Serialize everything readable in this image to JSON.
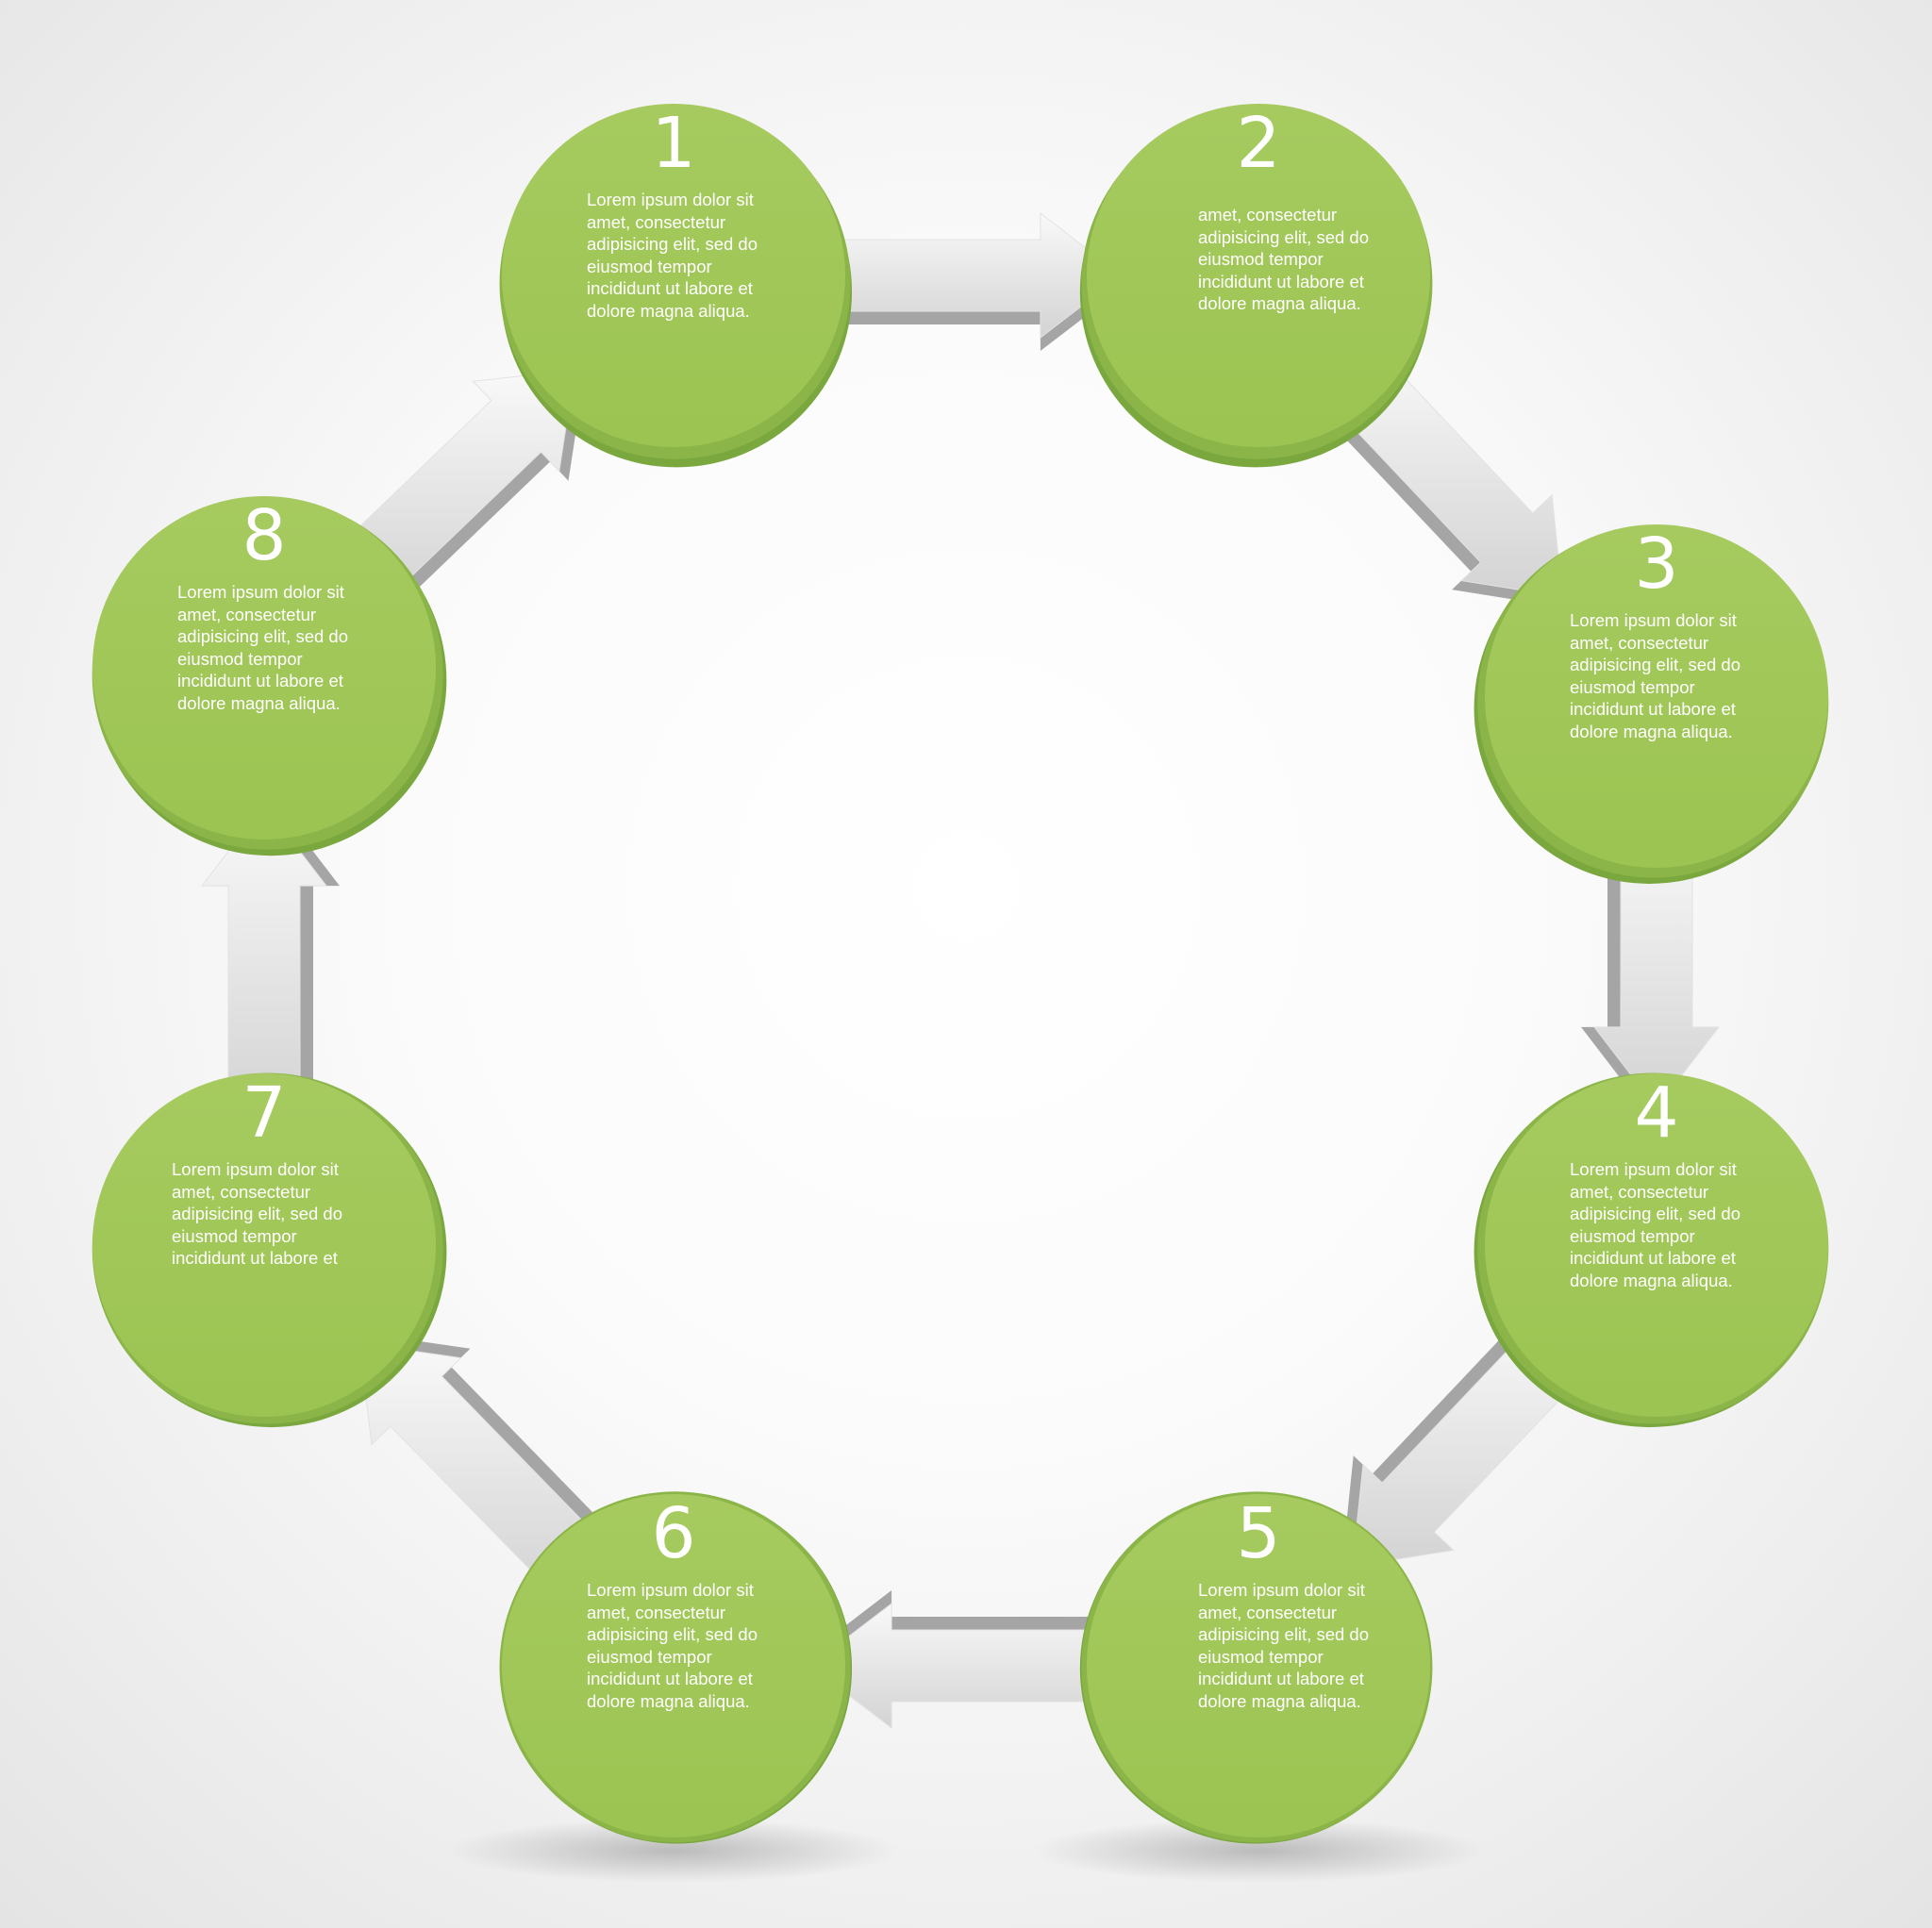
{
  "diagram": {
    "type": "circular-process",
    "colors": {
      "circle_light": "#a6ca5f",
      "circle_mid": "#9bc452",
      "circle_dark": "#8bb548",
      "circle_shade": "#7aa83f",
      "arrow_light": "#f9f9f9",
      "arrow_dark": "#d3d3d3",
      "arrow_edge": "#a5a5a5",
      "text": "#ffffff"
    },
    "steps": [
      {
        "number": "1",
        "text": "Lorem ipsum dolor sit\namet, consectetur\nadipisicing elit, sed do\neiusmod tempor\nincididunt ut labore et\ndolore magna aliqua."
      },
      {
        "number": "2",
        "text": "amet, consectetur\nadipisicing elit, sed do\neiusmod tempor\nincididunt ut labore et\ndolore magna aliqua."
      },
      {
        "number": "3",
        "text": "Lorem ipsum dolor sit\namet, consectetur\nadipisicing elit, sed do\neiusmod tempor\nincididunt ut labore et\ndolore magna aliqua."
      },
      {
        "number": "4",
        "text": "Lorem ipsum dolor sit\namet, consectetur\nadipisicing elit, sed do\neiusmod tempor\nincididunt ut labore et\ndolore magna aliqua."
      },
      {
        "number": "5",
        "text": "Lorem ipsum dolor sit\namet, consectetur\nadipisicing elit, sed do\neiusmod tempor\nincididunt ut labore et\ndolore magna aliqua."
      },
      {
        "number": "6",
        "text": "Lorem ipsum dolor sit\namet, consectetur\nadipisicing elit, sed do\neiusmod tempor\nincididunt ut labore et\ndolore magna aliqua."
      },
      {
        "number": "7",
        "text": "Lorem ipsum dolor sit\namet, consectetur\nadipisicing elit, sed do\neiusmod tempor\nincididunt ut labore et"
      },
      {
        "number": "8",
        "text": "Lorem ipsum dolor sit\namet, consectetur\nadipisicing elit, sed do\neiusmod tempor\nincididunt ut labore et\ndolore magna aliqua."
      }
    ],
    "arrows": [
      {
        "from": "1",
        "to": "2"
      },
      {
        "from": "2",
        "to": "3"
      },
      {
        "from": "3",
        "to": "4"
      },
      {
        "from": "4",
        "to": "5"
      },
      {
        "from": "5",
        "to": "6"
      },
      {
        "from": "6",
        "to": "7"
      },
      {
        "from": "7",
        "to": "8"
      },
      {
        "from": "8",
        "to": "1"
      }
    ]
  }
}
